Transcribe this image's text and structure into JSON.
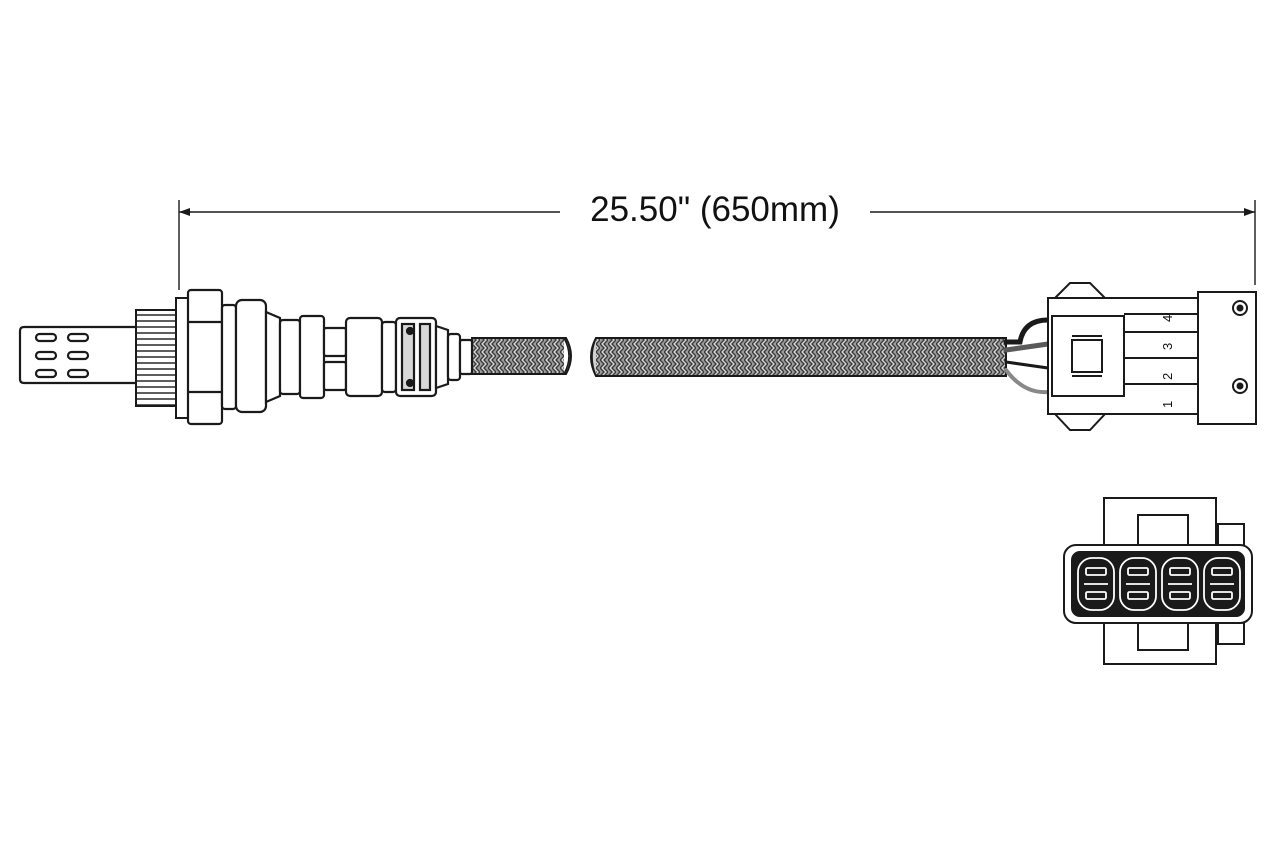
{
  "dimension": {
    "label": "25.50\" (650mm)"
  },
  "connector_pins": [
    "1",
    "2",
    "3",
    "4"
  ],
  "colors": {
    "line": "#1a1a1a",
    "braid": "#7a7a7a",
    "background": "#ffffff"
  }
}
